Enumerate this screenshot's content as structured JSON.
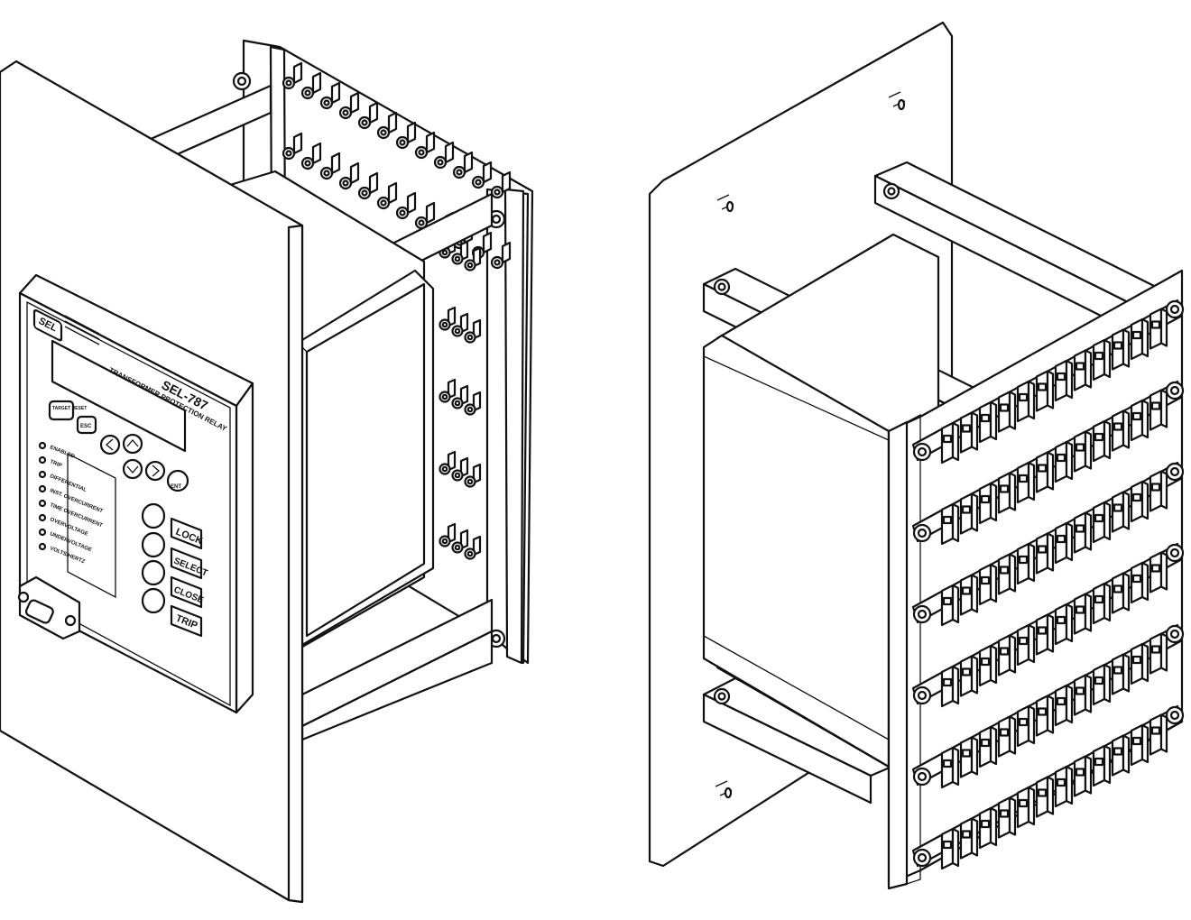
{
  "front_view": {
    "brand": "SEL",
    "model": "SEL-787",
    "product_name": "TRANSFORMER PROTECTION RELAY",
    "keys": {
      "target_reset": "TARGET RESET",
      "esc": "ESC",
      "ent": "ENT"
    },
    "leds": [
      "ENABLED",
      "TRIP",
      "DIFFERENTIAL",
      "INST. OVERCURRENT",
      "TIME OVERCURRENT",
      "OVERVOLTAGE",
      "UNDERVOLTAGE",
      "VOLTS/HERTZ"
    ],
    "control_buttons": [
      "LOCK",
      "SELECT",
      "CLOSE",
      "TRIP"
    ]
  }
}
